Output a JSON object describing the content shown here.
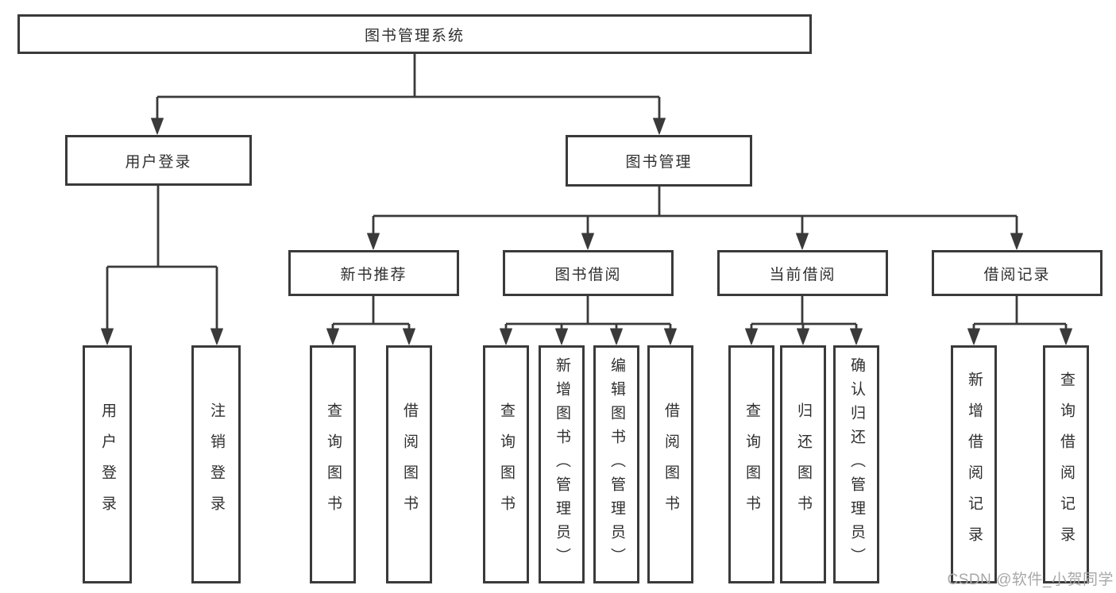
{
  "tree": {
    "label": "图书管理系统",
    "children": [
      {
        "label": "用户登录",
        "children": [
          {
            "label": "用户登录"
          },
          {
            "label": "注销登录"
          }
        ]
      },
      {
        "label": "图书管理",
        "children": [
          {
            "label": "新书推荐",
            "children": [
              {
                "label": "查询图书"
              },
              {
                "label": "借阅图书"
              }
            ]
          },
          {
            "label": "图书借阅",
            "children": [
              {
                "label": "查询图书"
              },
              {
                "label": "新增图书（管理员）"
              },
              {
                "label": "编辑图书（管理员）"
              },
              {
                "label": "借阅图书"
              }
            ]
          },
          {
            "label": "当前借阅",
            "children": [
              {
                "label": "查询图书"
              },
              {
                "label": "归还图书"
              },
              {
                "label": "确认归还（管理员）"
              }
            ]
          },
          {
            "label": "借阅记录",
            "children": [
              {
                "label": "新增借阅记录"
              },
              {
                "label": "查询借阅记录"
              }
            ]
          }
        ]
      }
    ]
  },
  "watermark": {
    "text": "CSDN @软件_小贺同学"
  },
  "colors": {
    "line": "#3a3a3a",
    "background": "#ffffff",
    "watermark": "#a8a8a8"
  }
}
